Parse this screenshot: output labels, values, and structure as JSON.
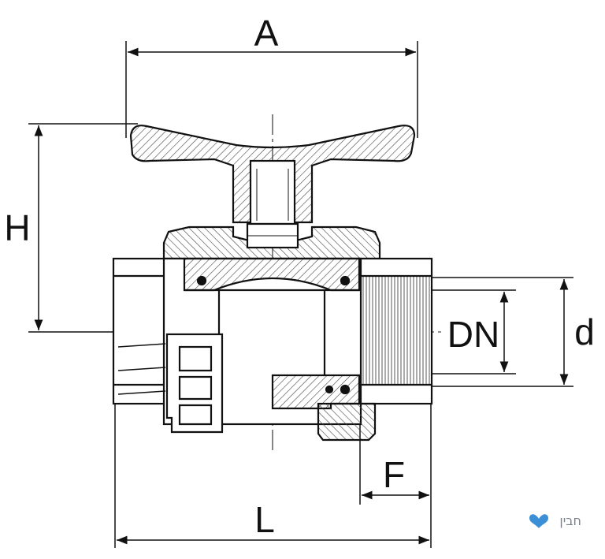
{
  "dimensions": {
    "A": "A",
    "H": "H",
    "DN": "DN",
    "d": "d",
    "F": "F",
    "L": "L"
  },
  "watermark": {
    "text": "חבין",
    "icon": "heart-icon",
    "color": "#3b8fd6"
  },
  "colors": {
    "line": "#111111",
    "hatch": "#333333",
    "body_fill": "#ffffff"
  }
}
